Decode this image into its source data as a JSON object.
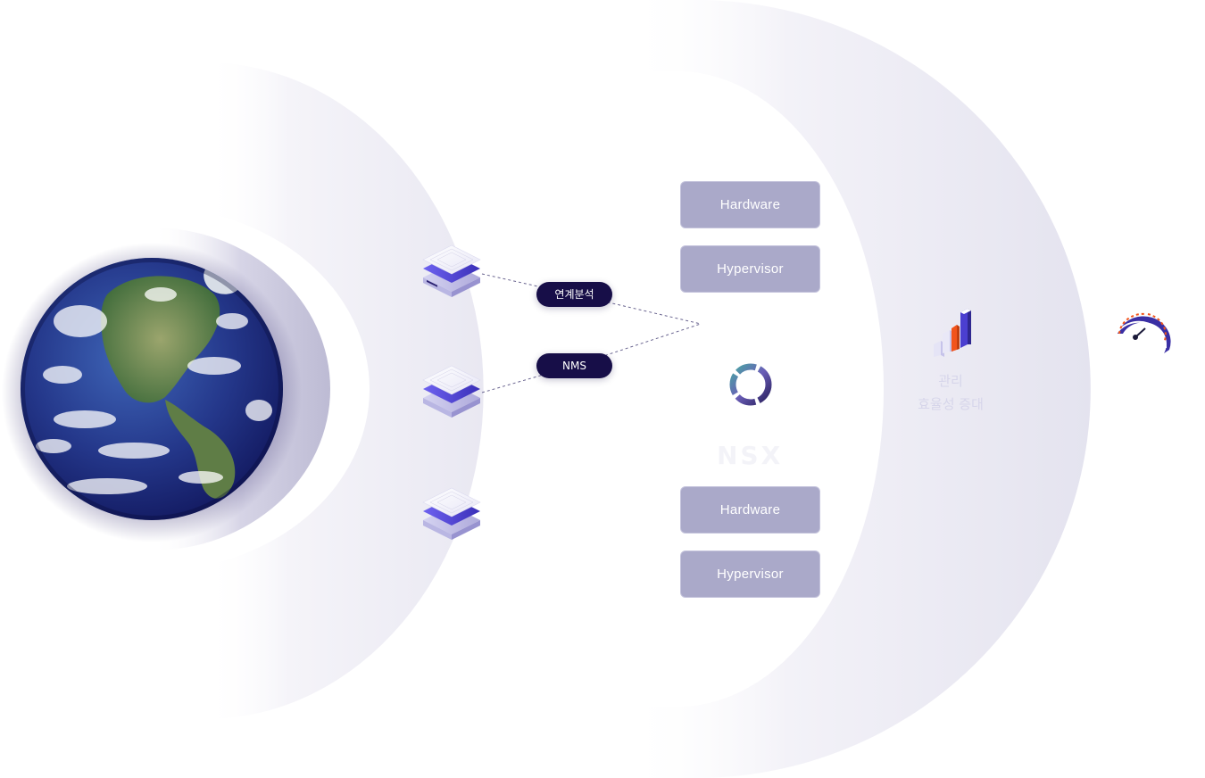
{
  "labels": {
    "link_analysis": "연계분석",
    "nms": "NMS",
    "hardware_top": "Hardware",
    "hypervisor_top": "Hypervisor",
    "hardware_bottom": "Hardware",
    "hypervisor_bottom": "Hypervisor",
    "nsx": "NSX",
    "efficiency_line1": "관리",
    "efficiency_line2": "효율성 증대"
  },
  "icons": {
    "globe": "earth-globe-icon",
    "server": "server-stack-icon",
    "ring": "ring-loader-icon",
    "chart": "bar-chart-icon",
    "gauge": "speed-gauge-icon"
  },
  "colors": {
    "accent_dark": "#170e48",
    "box_fill": "#aaa9c9",
    "arc_tint": "#e6e5f1",
    "orange": "#f2541b",
    "violet": "#4b3fd0"
  }
}
